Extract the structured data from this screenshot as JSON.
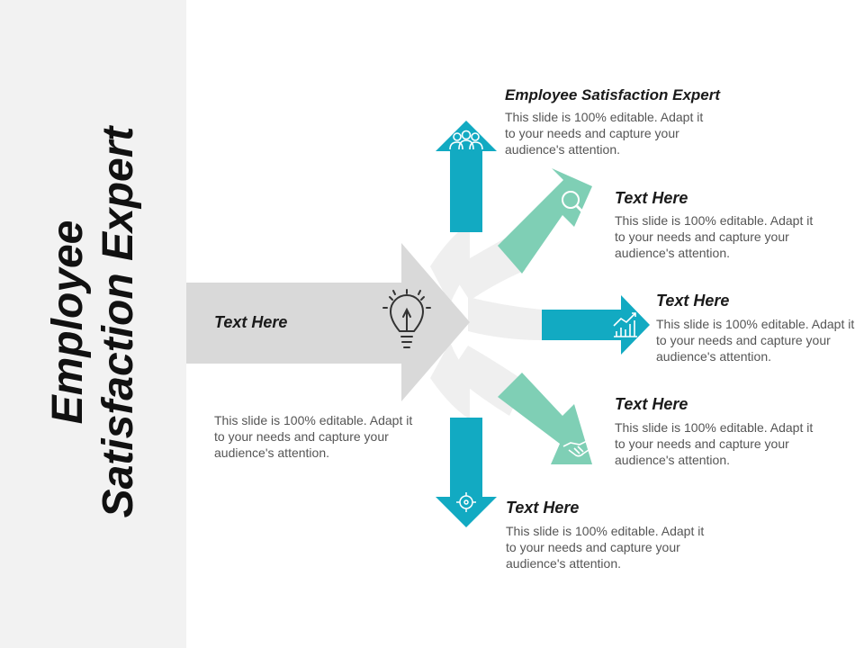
{
  "slide": {
    "title_line1": "Employee",
    "title_line2": "Satisfaction Expert"
  },
  "colors": {
    "panel": "#f2f2f2",
    "main_arrow": "#d9d9d9",
    "fan": "#efefef",
    "teal": "#12aac2",
    "mint": "#7fcfb5"
  },
  "main": {
    "label": "Text Here",
    "body": "This slide is 100% editable. Adapt it to your needs and capture your audience's attention.",
    "icon": "lightbulb-icon"
  },
  "items": [
    {
      "title": "Employee Satisfaction Expert",
      "body": "This slide is 100% editable. Adapt it to your needs and capture your audience's attention.",
      "icon": "team-icon"
    },
    {
      "title": "Text Here",
      "body": "This slide is 100% editable. Adapt it to your needs and capture your audience's attention.",
      "icon": "magnifier-icon"
    },
    {
      "title": "Text Here",
      "body": "This slide is 100% editable. Adapt it to your needs and capture your audience's attention.",
      "icon": "growth-chart-icon"
    },
    {
      "title": "Text Here",
      "body": "This slide is 100% editable. Adapt it to your needs and capture your audience's attention.",
      "icon": "handshake-icon"
    },
    {
      "title": "Text Here",
      "body": "This slide is 100% editable. Adapt it to your needs and capture your audience's attention.",
      "icon": "target-icon"
    }
  ]
}
